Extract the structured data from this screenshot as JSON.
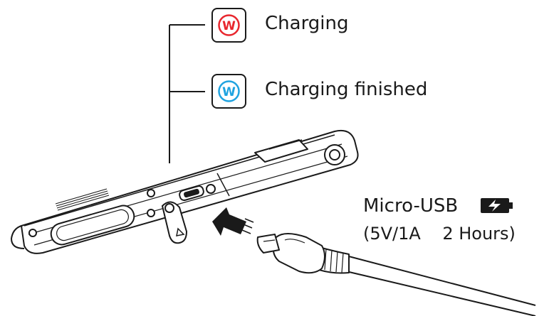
{
  "indicators": [
    {
      "letter": "W",
      "label": "Charging",
      "color": "#e8262d"
    },
    {
      "letter": "W",
      "label": "Charging finished",
      "color": "#1fa3e0"
    }
  ],
  "port": {
    "name": "Micro-USB",
    "spec": "(5V/1A    2 Hours)",
    "icon": "battery-charging-icon"
  },
  "colors": {
    "outline": "#1a1a1a",
    "background": "#ffffff"
  }
}
